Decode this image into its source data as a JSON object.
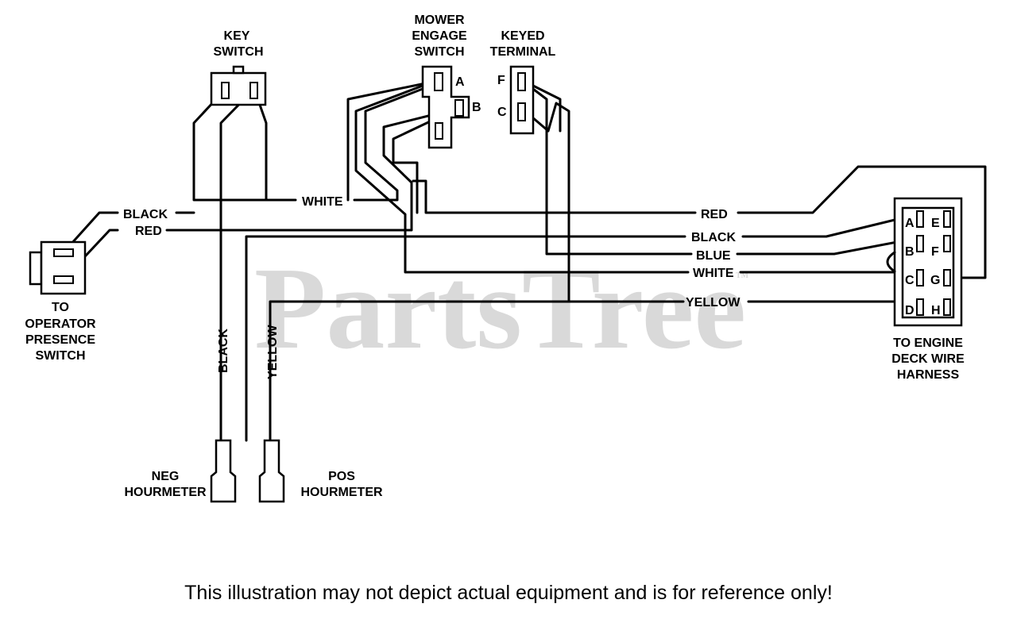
{
  "watermark": {
    "text": "PartsTree",
    "tm": "TM"
  },
  "components": {
    "key_switch": {
      "line1": "KEY",
      "line2": "SWITCH"
    },
    "mower_engage_switch": {
      "line1": "MOWER",
      "line2": "ENGAGE",
      "line3": "SWITCH",
      "pin_a": "A",
      "pin_b": "B"
    },
    "keyed_terminal": {
      "line1": "KEYED",
      "line2": "TERMINAL",
      "pin_f": "F",
      "pin_c": "C"
    },
    "operator_presence": {
      "line1": "TO",
      "line2": "OPERATOR",
      "line3": "PRESENCE",
      "line4": "SWITCH"
    },
    "engine_deck_harness": {
      "line1": "TO ENGINE",
      "line2": "DECK WIRE",
      "line3": "HARNESS",
      "pins_left": [
        "A",
        "B",
        "C",
        "D"
      ],
      "pins_right": [
        "E",
        "F",
        "G",
        "H"
      ]
    },
    "neg_hourmeter": {
      "line1": "NEG",
      "line2": "HOURMETER"
    },
    "pos_hourmeter": {
      "line1": "POS",
      "line2": "HOURMETER"
    }
  },
  "wires": {
    "white_top": "WHITE",
    "black_left": "BLACK",
    "red_left": "RED",
    "red_right": "RED",
    "black_right": "BLACK",
    "blue": "BLUE",
    "white_right": "WHITE",
    "yellow_right": "YELLOW",
    "black_vertical": "BLACK",
    "yellow_vertical": "YELLOW"
  },
  "footer": {
    "text": "This illustration may not depict actual equipment and is for reference only!"
  }
}
